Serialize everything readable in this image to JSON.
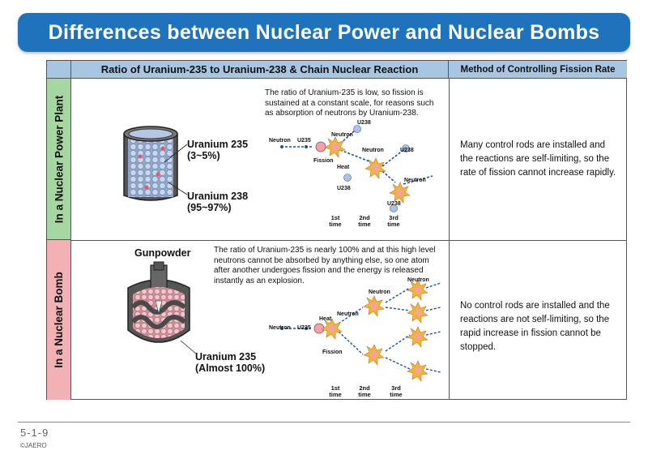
{
  "title": "Differences between Nuclear Power and Nuclear Bombs",
  "table": {
    "header_ratio": "Ratio of Uranium-235 to Uranium-238 & Chain Nuclear Reaction",
    "header_method": "Method of Controlling Fission Rate",
    "rows": [
      {
        "side_label": "In a Nuclear Power Plant",
        "description": "The ratio of Uranium-235 is low, so fission is sustained at a constant scale, for reasons such as absorption of neutrons by Uranium-238.",
        "label_u235": "Uranium 235",
        "label_u235_pct": "(3~5%)",
        "label_u238": "Uranium 238",
        "label_u238_pct": "(95~97%)",
        "diagram_labels": {
          "neutron": "Neutron",
          "u235": "U235",
          "u238": "U238",
          "fission": "Fission",
          "heat": "Heat"
        },
        "times": [
          "1st time",
          "2nd time",
          "3rd time"
        ],
        "method": "Many control rods are installed and the reactions are self-limiting, so the rate of fission cannot increase rapidly."
      },
      {
        "side_label": "In a Nuclear Bomb",
        "label_gunpowder": "Gunpowder",
        "description": "The ratio of Uranium-235 is nearly 100% and at this high level neutrons cannot be absorbed by anything else, so one atom after another undergoes fission and the energy is released instantly as an explosion.",
        "label_u235": "Uranium 235",
        "label_u235_pct": "(Almost 100%)",
        "diagram_labels": {
          "neutron": "Neutron",
          "u235": "U235",
          "fission": "Fission",
          "heat": "Heat"
        },
        "times": [
          "1st time",
          "2nd time",
          "3rd time"
        ],
        "method": "No control rods are installed and the reactions are not self-limiting, so the rapid increase in fission cannot be stopped."
      }
    ]
  },
  "footer": {
    "page_number": "5-1-9",
    "copyright": "©JAERO"
  },
  "colors": {
    "title_bar": "#1f73bd",
    "header": "#a8c6e0",
    "plant_side": "#a6d6a2",
    "bomb_side": "#f2b1b5",
    "fission_star": "#f6b23a",
    "neutron_arrow": "#1f4fa0"
  }
}
